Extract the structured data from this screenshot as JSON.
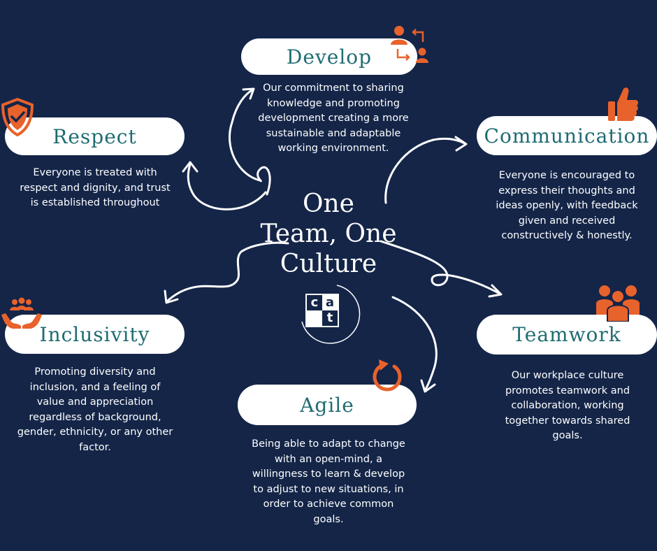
{
  "center": {
    "title": "One\nTeam, One\nCulture",
    "logo": {
      "letters": [
        "c",
        "a",
        "",
        "t"
      ]
    }
  },
  "nodes": {
    "develop": {
      "label": "Develop",
      "description": "Our commitment to sharing\nknowledge and promoting\ndevelopment creating a more\nsustainable and adaptable\nworking environment.",
      "icon": "people-exchange-icon"
    },
    "respect": {
      "label": "Respect",
      "description": "Everyone is treated with\nrespect and dignity, and trust\nis established throughout",
      "icon": "shield-check-icon"
    },
    "communication": {
      "label": "Communication",
      "description": "Everyone is encouraged to\nexpress their thoughts and\nideas openly, with feedback\ngiven and received\nconstructively & honestly.",
      "icon": "thumbs-up-icon"
    },
    "inclusivity": {
      "label": "Inclusivity",
      "description": "Promoting diversity and\ninclusion, and a feeling of\nvalue and appreciation\nregardless of background,\ngender, ethnicity, or any other\nfactor.",
      "icon": "hands-people-icon"
    },
    "teamwork": {
      "label": "Teamwork",
      "description": "Our workplace culture\npromotes teamwork and\ncollaboration, working\ntogether towards shared\ngoals.",
      "icon": "team-icon"
    },
    "agile": {
      "label": "Agile",
      "description": "Being able to adapt to change\nwith an open-mind, a\nwillingness to learn & develop\nto adjust to new situations, in\norder to achieve common\ngoals.",
      "icon": "refresh-icon"
    }
  },
  "colors": {
    "background": "#142548",
    "accent": "#e8622c",
    "label_text": "#1f6c73",
    "pill": "#ffffff"
  }
}
